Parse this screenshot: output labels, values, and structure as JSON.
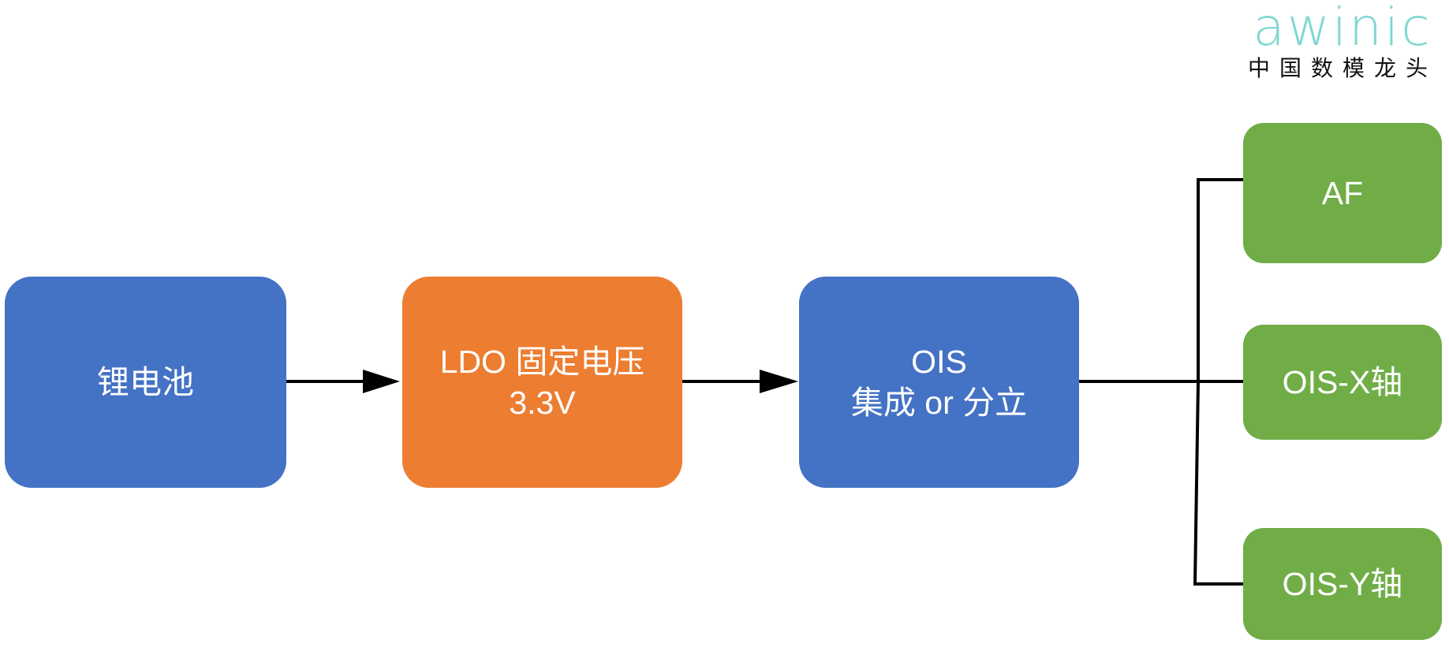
{
  "logo": {
    "word": "awinic",
    "tagline": "中国数模龙头",
    "color": "#7fd8d0"
  },
  "nodes": {
    "battery": {
      "label": "锂电池"
    },
    "ldo": {
      "line1": "LDO 固定电压",
      "line2": "3.3V"
    },
    "ois": {
      "line1": "OIS",
      "line2": "集成 or 分立"
    },
    "af": {
      "label": "AF"
    },
    "ois_x": {
      "label": "OIS-X轴"
    },
    "ois_y": {
      "label": "OIS-Y轴"
    }
  },
  "colors": {
    "blue": "#4472c4",
    "orange": "#ed7d31",
    "green": "#70ad47"
  }
}
